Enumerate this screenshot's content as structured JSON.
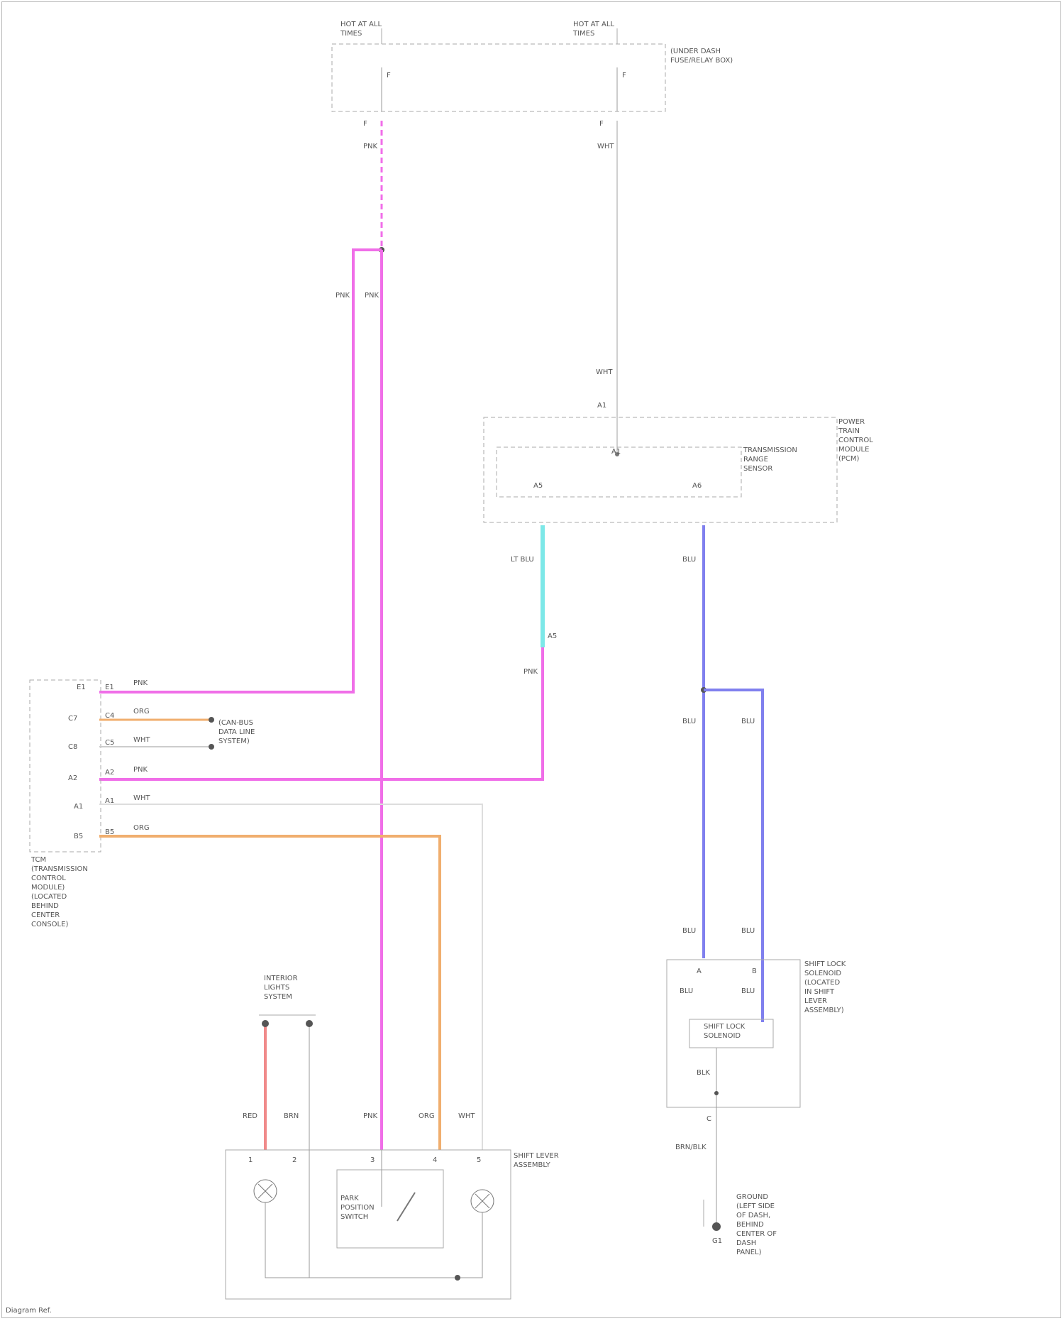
{
  "diagram": {
    "fuse_block": {
      "left_title": "HOT AT ALL\nTIMES",
      "right_title": "HOT AT ALL\nTIMES",
      "left_fuse": "F",
      "right_fuse": "F",
      "name": "(UNDER DASH\nFUSE/RELAY BOX)",
      "left_conn": "F",
      "right_conn": "F"
    },
    "wires": {
      "top_left": "PNK",
      "top_right": "WHT",
      "pink_vert_a": "PNK",
      "pink_vert_b": "PNK",
      "white_mid": "WHT",
      "white_conn": "A1",
      "cyan_top": "LT BLU",
      "cyan_conn": "A5",
      "pink_return": "PNK",
      "blue_top": "BLU",
      "blue_left": "BLU",
      "blue_right": "BLU",
      "blue_bot_left": "BLU",
      "blue_bot_right": "BLU",
      "red": "RED",
      "brn": "BRN",
      "pnk_bottom": "PNK",
      "org_bottom": "ORG",
      "wht_bottom": "WHT",
      "gnd_wire": "BRN/BLK"
    },
    "module": {
      "outer_name": "POWER\nTRAIN\nCONTROL\nMODULE\n(PCM)",
      "inner_name": "TRANSMISSION\nRANGE\nSENSOR",
      "pin_left": "A5",
      "pin_right": "A6",
      "pin_top": "A1"
    },
    "left_connector": {
      "pins": [
        "E1",
        "C7",
        "C8",
        "A2",
        "A1",
        "B5"
      ],
      "pin_labels": [
        "E1",
        "C4",
        "C5",
        "A2",
        "A1",
        "B5"
      ],
      "wire_labels": [
        "PNK",
        "ORG",
        "WHT",
        "PNK",
        "WHT",
        "ORG"
      ],
      "name": "TCM\n(TRANSMISSION\nCONTROL\nMODULE)\n(LOCATED\nBEHIND\nCENTER\nCONSOLE)",
      "side_ref": "(CAN-BUS\nDATA LINE\nSYSTEM)"
    },
    "interior_ref": "INTERIOR\nLIGHTS\nSYSTEM",
    "switch_assembly": {
      "name": "SHIFT LEVER\nASSEMBLY",
      "switch_name": "PARK\nPOSITION\nSWITCH",
      "pins": [
        "1",
        "2",
        "3",
        "4",
        "5"
      ]
    },
    "right_sensor": {
      "name": "SHIFT LOCK\nSOLENOID\n(LOCATED\nIN SHIFT\nLEVER\nASSEMBLY)",
      "inner": "SHIFT LOCK\nSOLENOID",
      "pin_a": "A",
      "pin_b": "B",
      "wire_a": "BLU",
      "wire_b": "BLU",
      "bottom_wire": "BLK",
      "bottom_pin": "C"
    },
    "ground": {
      "label": "GROUND\n(LEFT SIDE\nOF DASH,\nBEHIND\nCENTER OF\nDASH\nPANEL)",
      "id": "G1"
    },
    "footer": "Diagram Ref.",
    "colors": {
      "pink": "#f06ee8",
      "gray": "#b8b8b8",
      "cyan": "#7de8e8",
      "blue": "#8080ee",
      "orange": "#f0ae6e",
      "red": "#f08a8a",
      "dark": "#555555"
    }
  }
}
